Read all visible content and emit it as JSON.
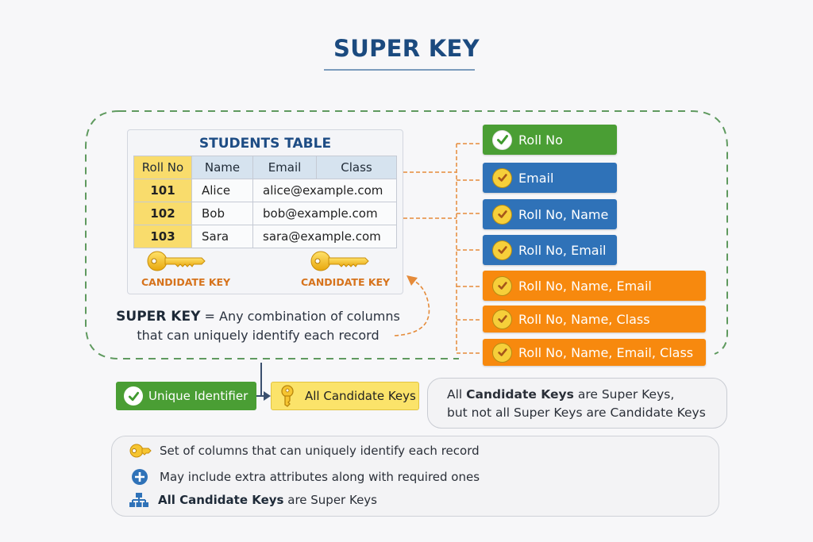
{
  "title": "SUPER KEY",
  "table": {
    "title": "STUDENTS TABLE",
    "columns": [
      "Roll No",
      "Name",
      "Email",
      "Class"
    ],
    "rows": [
      [
        "101",
        "Alice",
        "alice@example.com",
        ""
      ],
      [
        "102",
        "Bob",
        "bob@example.com",
        ""
      ],
      [
        "103",
        "Sara",
        "sara@example.com",
        ""
      ]
    ],
    "candidate_key_labels": [
      "CANDIDATE KEY",
      "CANDIDATE KEY"
    ]
  },
  "definition": {
    "term": "SUPER KEY",
    "text_line1": "= Any combination of columns",
    "text_line2": "that can uniquely identify each record"
  },
  "super_keys": [
    {
      "label": "Roll No",
      "color": "green",
      "icon": "check-circle-icon"
    },
    {
      "label": "Email",
      "color": "blue",
      "icon": "check-circle-icon"
    },
    {
      "label": "Roll No, Name",
      "color": "blue",
      "icon": "check-circle-icon"
    },
    {
      "label": "Roll No, Email",
      "color": "blue",
      "icon": "check-circle-icon"
    },
    {
      "label": "Roll No, Name, Email",
      "color": "orange",
      "icon": "check-circle-icon"
    },
    {
      "label": "Roll No, Name, Class",
      "color": "orange",
      "icon": "check-circle-icon"
    },
    {
      "label": "Roll No, Name, Email, Class",
      "color": "orange",
      "icon": "check-circle-icon"
    }
  ],
  "flow": {
    "unique_identifier": "Unique Identifier",
    "all_candidate_keys": "All Candidate Keys"
  },
  "note": {
    "line1_prefix": "All",
    "line1_bold": "Candidate Keys",
    "line1_suffix": "are Super Keys,",
    "line2": "but not all Super Keys are Candidate Keys"
  },
  "legend": [
    {
      "icon": "key-icon",
      "text": "Set of columns that can uniquely identify each record"
    },
    {
      "icon": "plus-circle-icon",
      "text": "May include extra attributes along with required ones"
    },
    {
      "icon": "hierarchy-icon",
      "bold": "All Candidate Keys",
      "text": "are Super Keys"
    }
  ],
  "colors": {
    "title": "#1b4a7f",
    "green": "#4a9e34",
    "blue": "#2f72b8",
    "orange": "#f7890e",
    "yellow": "#f9dc6c",
    "dashed_border": "#5f9a5f",
    "connector": "#e58b3a"
  }
}
